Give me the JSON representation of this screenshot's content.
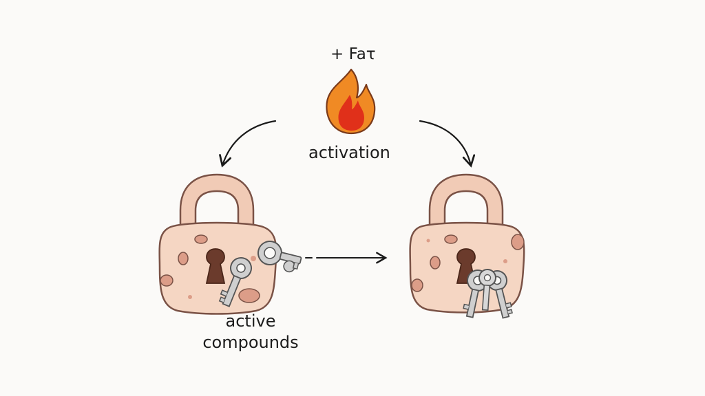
{
  "diagram": {
    "fat_label": "+ Faτ",
    "activation_label": "activation",
    "active_compounds_line1": "active",
    "active_compounds_line2": "compounds",
    "icons": [
      "flame-icon",
      "padlock-icon",
      "key-icon",
      "arrow-icon"
    ],
    "colors": {
      "lock_body": "#f5d6c3",
      "lock_spots": "#dc9d88",
      "lock_outline": "#7a5246",
      "keyhole": "#6b3b2c",
      "key_fill": "#cfcfcf",
      "key_outline": "#555555",
      "flame_outer": "#f08a24",
      "flame_inner": "#e0301a",
      "arrow": "#1a1a1a"
    }
  }
}
